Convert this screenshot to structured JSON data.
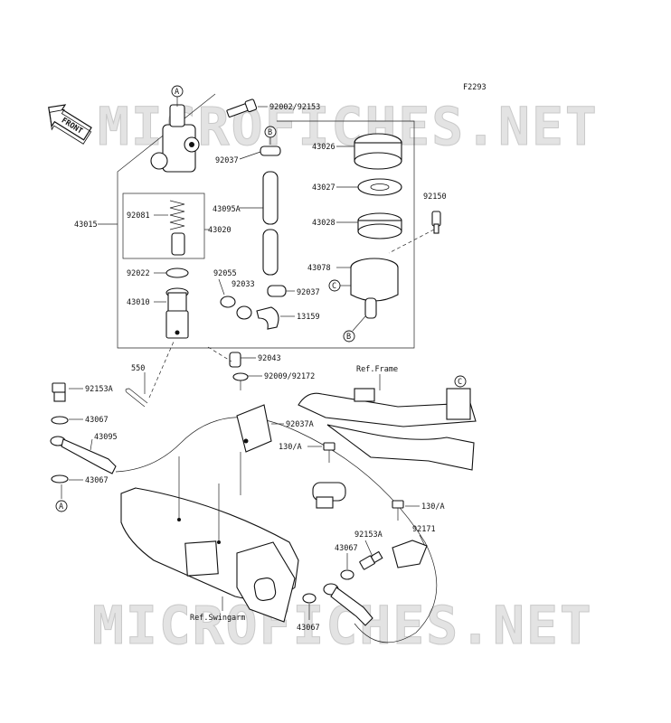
{
  "figure_code": "F2293",
  "watermark_text": "MICROFICHES.NET",
  "front_tag": "FRONT",
  "reference_labels": {
    "frame": "Ref.Frame",
    "swingarm": "Ref.Swingarm"
  },
  "callouts": {
    "A_top": "A",
    "A_bottom": "A",
    "B_cap": "B",
    "B_reservoir": "B",
    "C_reservoir": "C",
    "C_frame": "C"
  },
  "part_numbers": {
    "p92002_92153": "92002/92153",
    "p92037_upper": "92037",
    "p43026": "43026",
    "p43027": "43027",
    "p43028": "43028",
    "p92150": "92150",
    "p43095A": "43095A",
    "p43015": "43015",
    "p92081": "92081",
    "p43020": "43020",
    "p43078": "43078",
    "p92022": "92022",
    "p92055": "92055",
    "p92033": "92033",
    "p92037_lower": "92037",
    "p43010": "43010",
    "p13159": "13159",
    "p92043": "92043",
    "p550": "550",
    "p92009_92172": "92009/92172",
    "p92153A_left": "92153A",
    "p43067_upper": "43067",
    "p92037A": "92037A",
    "p43095": "43095",
    "p130A_upper": "130/A",
    "p43067_left": "43067",
    "p130A_lower": "130/A",
    "p92153A_right": "92153A",
    "p92171": "92171",
    "p43067_mid": "43067",
    "p43067_bottom": "43067"
  }
}
